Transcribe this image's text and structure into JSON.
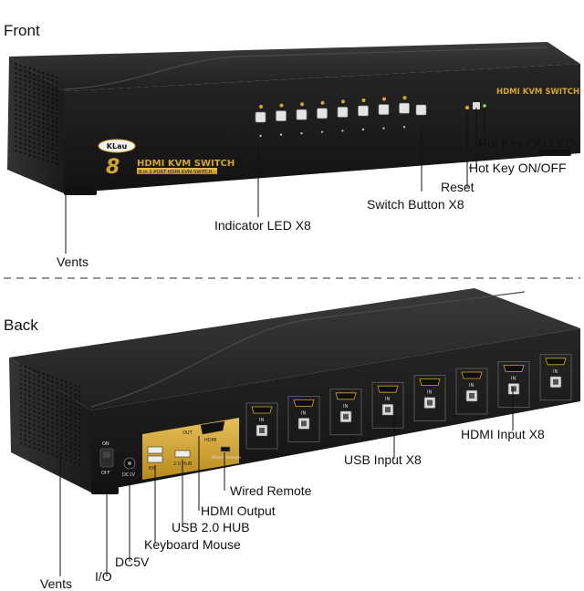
{
  "front": {
    "title": "Front",
    "brand_logo": "KLau",
    "model_badge": "HDMI KVM SWITCH",
    "panel_number": "8",
    "panel_model": "HDMI KVM SWITCH",
    "panel_subtitle": "8 in 1 PORT HDMI KVM SWITCH",
    "callouts": {
      "hotkey_led": "Hot Key ON LED",
      "hotkey_onoff": "Hot Key ON/OFF",
      "reset": "Reset",
      "switch_button": "Switch Button X8",
      "indicator_led": "Indicator LED X8",
      "vents": "Vents"
    }
  },
  "back": {
    "title": "Back",
    "power_on": "ON",
    "power_off": "OFF",
    "dc_label": "DC5V",
    "usb_kbm_label": "KM",
    "usb_hub_label": "2.0 HUB",
    "out_label": "OUT",
    "hdmi_label": "HDMI",
    "wired_remote_label": "Wired Remote",
    "port_in_label": "IN",
    "callouts": {
      "wired_remote": "Wired Remote",
      "hdmi_output": "HDMI Output",
      "usb_hub": "USB 2.0 HUB",
      "keyboard_mouse": "Keyboard Mouse",
      "dc5v": "DC5V",
      "io": "I/O",
      "vents": "Vents",
      "usb_input": "USB Input X8",
      "hdmi_input": "HDMI Input X8"
    }
  },
  "colors": {
    "body_dark": "#1e1e1e",
    "panel_top": "#2a2a2a",
    "gold": "#d4a62a",
    "divider": "#555555",
    "led_green": "#9bd46b"
  }
}
